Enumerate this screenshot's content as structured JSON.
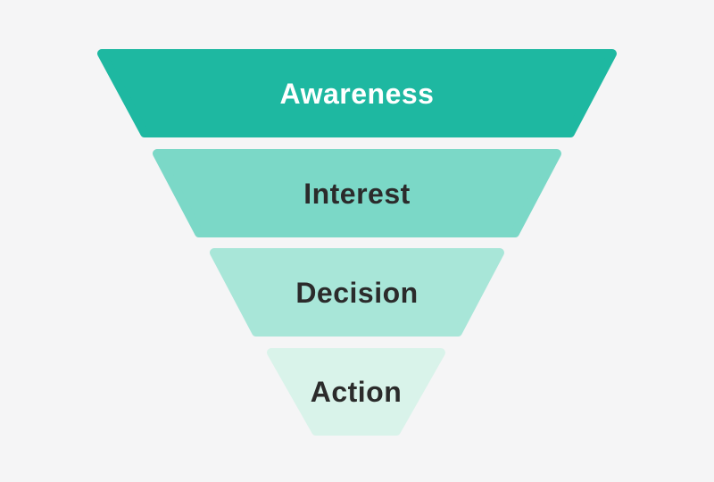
{
  "canvas": {
    "background_color": "#f5f5f6"
  },
  "funnel": {
    "stages": [
      {
        "label": "Awareness",
        "color": "#1eb8a1",
        "text_color": "#ffffff"
      },
      {
        "label": "Interest",
        "color": "#7bd8c7",
        "text_color": "#2b2b2b"
      },
      {
        "label": "Decision",
        "color": "#a8e6d8",
        "text_color": "#2b2b2b"
      },
      {
        "label": "Action",
        "color": "#d9f3ea",
        "text_color": "#2b2b2b"
      }
    ]
  }
}
